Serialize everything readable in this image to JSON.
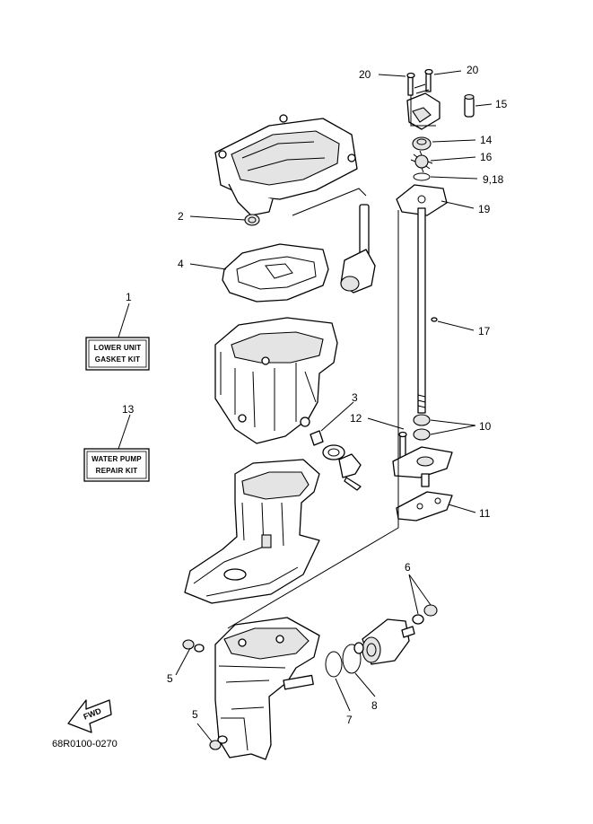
{
  "callouts": {
    "c20a": "20",
    "c20b": "20",
    "c15": "15",
    "c14": "14",
    "c16": "16",
    "c918": "9,18",
    "c19": "19",
    "c2": "2",
    "c4": "4",
    "c1": "1",
    "c17": "17",
    "c3": "3",
    "c12": "12",
    "c10": "10",
    "c13": "13",
    "c11": "11",
    "c6": "6",
    "c5a": "5",
    "c8": "8",
    "c7": "7",
    "c5b": "5"
  },
  "kits": {
    "lower_unit_line1": "LOWER UNIT",
    "lower_unit_line2": "GASKET KIT",
    "water_pump_line1": "WATER PUMP",
    "water_pump_line2": "REPAIR KIT"
  },
  "fwd_label": "FWD",
  "drawing_code": "68R0100-0270"
}
